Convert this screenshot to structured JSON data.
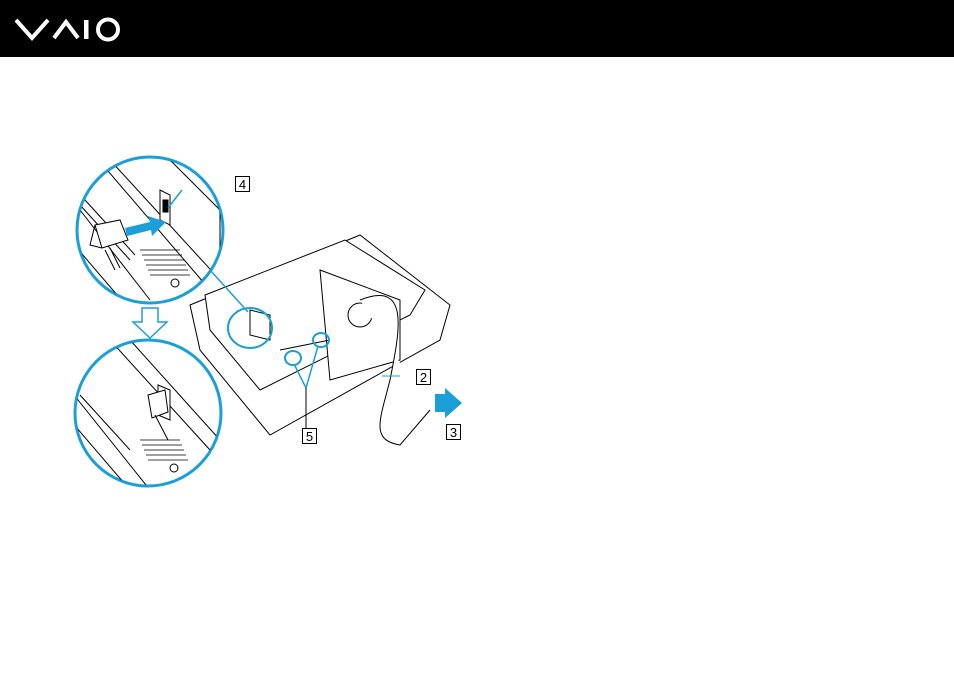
{
  "header": {
    "logo_text": "VAIO",
    "background": "#000000",
    "logo_color": "#ffffff"
  },
  "figure": {
    "accent_color": "#1a9fd9",
    "callouts": {
      "c2": "2",
      "c3": "3",
      "c4": "4",
      "c5": "5"
    }
  }
}
